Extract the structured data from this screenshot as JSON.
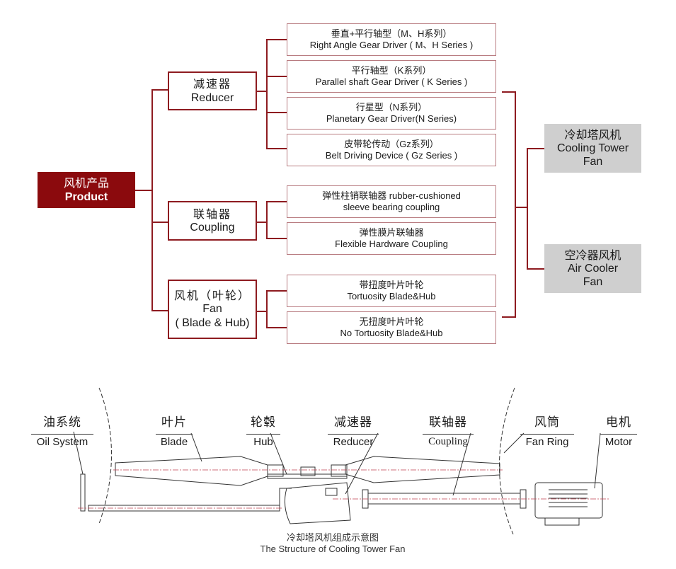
{
  "root": {
    "cn": "风机产品",
    "en": "Product"
  },
  "categories": [
    {
      "cn": "减速器",
      "en": "Reducer",
      "en2": ""
    },
    {
      "cn": "联轴器",
      "en": "Coupling",
      "en2": ""
    },
    {
      "cn": "风机（叶轮）",
      "en": "Fan",
      "en2": "( Blade & Hub)"
    }
  ],
  "leaves": [
    {
      "cn": "垂直+平行轴型（M、H系列）",
      "en": "Right Angle Gear Driver ( M、H Series )"
    },
    {
      "cn": "平行轴型（K系列）",
      "en": "Parallel shaft Gear Driver ( K Series )"
    },
    {
      "cn": "行星型（N系列）",
      "en": "Planetary Gear Driver(N Series)"
    },
    {
      "cn": "皮带轮传动（Gz系列）",
      "en": "Belt Driving Device ( Gz Series )"
    },
    {
      "cn": "弹性柱销联轴器 rubber-cushioned",
      "en": "sleeve bearing coupling"
    },
    {
      "cn": "弹性膜片联轴器",
      "en": "Flexible Hardware Coupling"
    },
    {
      "cn": "带扭度叶片叶轮",
      "en": "Tortuosity Blade&Hub"
    },
    {
      "cn": "无扭度叶片叶轮",
      "en": "No Tortuosity Blade&Hub"
    }
  ],
  "targets": [
    {
      "cn": "冷却塔风机",
      "en": "Cooling Tower",
      "en2": "Fan"
    },
    {
      "cn": "空冷器风机",
      "en": "Air Cooler",
      "en2": "Fan"
    }
  ],
  "structure_labels": [
    {
      "cn": "油系统",
      "en": "Oil System"
    },
    {
      "cn": "叶片",
      "en": "Blade"
    },
    {
      "cn": "轮毂",
      "en": "Hub"
    },
    {
      "cn": "减速器",
      "en": "Reducer"
    },
    {
      "cn": "联轴器",
      "en": "Coupling"
    },
    {
      "cn": "风筒",
      "en": "Fan Ring"
    },
    {
      "cn": "电机",
      "en": "Motor"
    }
  ],
  "caption": {
    "cn": "冷却塔风机组成示意图",
    "en": "The Structure of Cooling Tower Fan"
  },
  "colors": {
    "accent": "#8b0a0d",
    "line": "#8e1b20",
    "target_bg": "#cfcfcf"
  }
}
